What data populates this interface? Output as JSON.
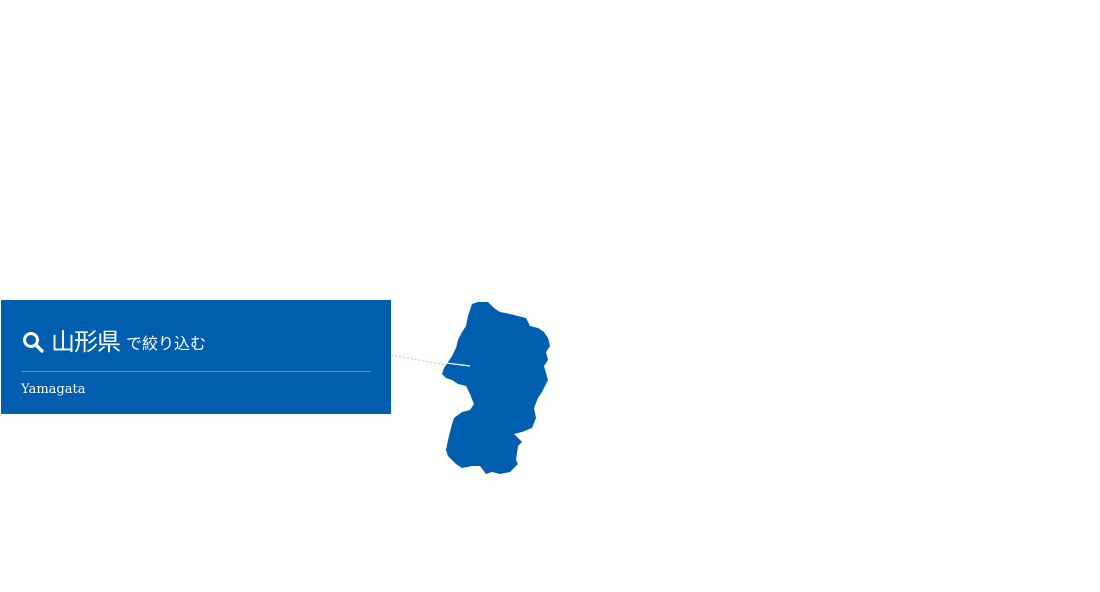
{
  "filter_panel": {
    "icon": "search-icon",
    "prefecture_name": "山形県",
    "suffix": "で絞り込む",
    "romaji": "Yamagata"
  },
  "map": {
    "region_name": "Yamagata",
    "region_color": "#005eae",
    "leader_color": "#e4b8b8"
  },
  "colors": {
    "panel_background": "#005eae",
    "panel_text": "#ffffff",
    "page_background": "#ffffff"
  }
}
